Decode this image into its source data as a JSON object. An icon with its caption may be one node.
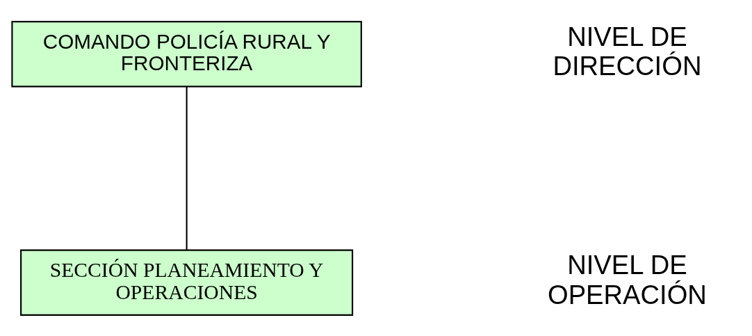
{
  "diagram": {
    "nodes": [
      {
        "text": [
          "COMANDO POLICÍA RURAL Y FRONTERIZA"
        ]
      },
      {
        "text": [
          "SECCIÓN PLANEAMIENTO Y OPERACIONES"
        ]
      }
    ],
    "edges": [
      {
        "from": 0,
        "to": 1,
        "arrow": "none"
      }
    ],
    "labels": [
      "NIVEL DE DIRECCIÓN",
      "NIVEL DE OPERACIÓN"
    ]
  }
}
